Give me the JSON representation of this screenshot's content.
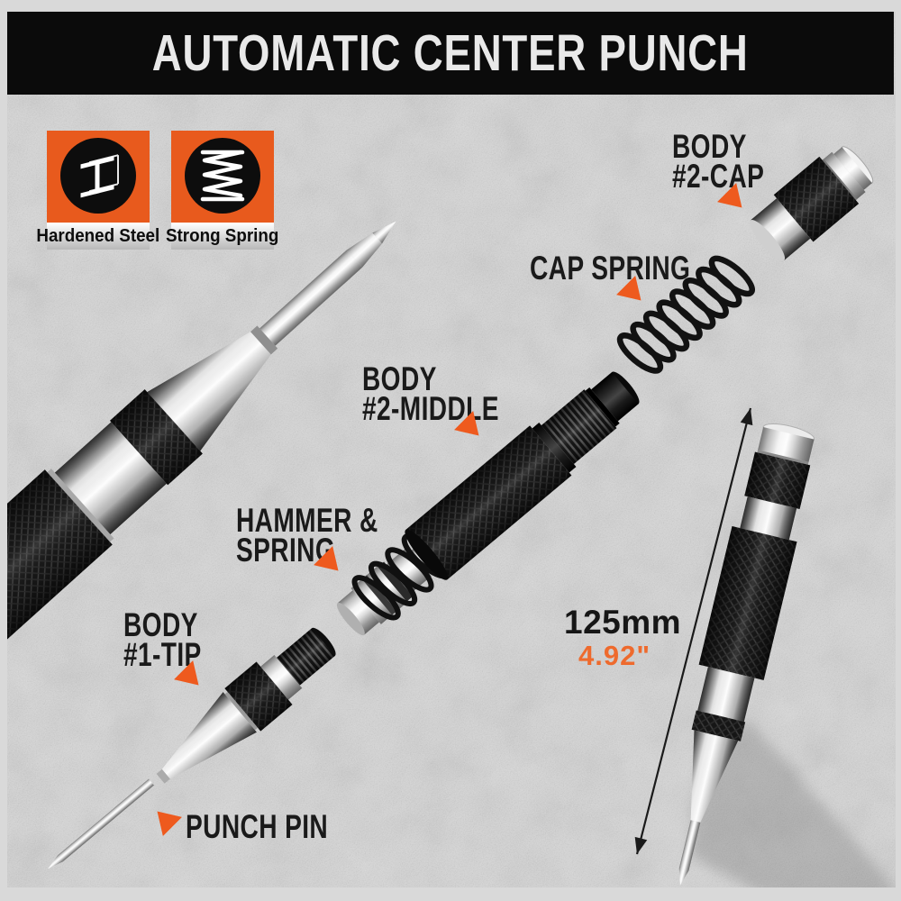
{
  "banner": {
    "title": "AUTOMATIC CENTER PUNCH"
  },
  "badges": [
    {
      "icon": "steel-ibeam-icon",
      "label": "Hardened Steel"
    },
    {
      "icon": "spring-icon",
      "label": "Strong Spring"
    }
  ],
  "callouts": {
    "body2_cap": {
      "line1": "BODY",
      "line2": "#2-CAP"
    },
    "cap_spring": {
      "line1": "CAP SPRING"
    },
    "body2_middle": {
      "line1": "BODY",
      "line2": "#2-MIDDLE"
    },
    "hammer_spring": {
      "line1": "HAMMER &",
      "line2": "SPRING"
    },
    "body1_tip": {
      "line1": "BODY",
      "line2": "#1-TIP"
    },
    "punch_pin": {
      "line1": "PUNCH PIN"
    }
  },
  "dimension": {
    "metric": "125mm",
    "imperial": "4.92\""
  },
  "colors": {
    "accent_orange": "#e85a1d",
    "arrow_orange": "#ee5a1e",
    "imperial_orange": "#ee6a2d",
    "banner_bg": "#0b0b0b",
    "banner_text": "#e9e9e9",
    "label_text": "#1a1a1a",
    "background": "#d2d2d2"
  }
}
